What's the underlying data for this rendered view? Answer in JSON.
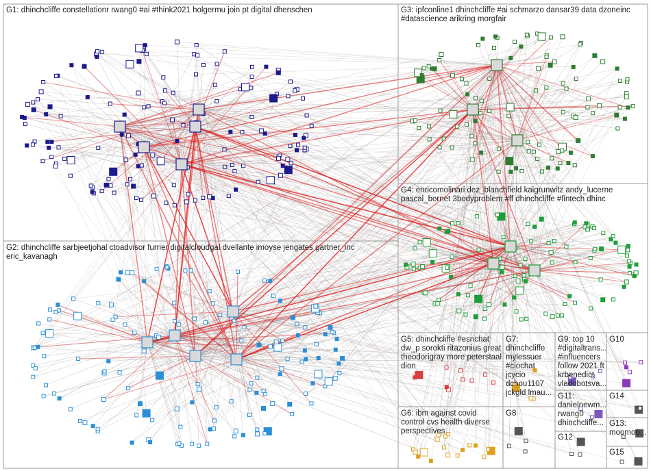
{
  "colors": {
    "background": "#ffffff",
    "box_border": "#9a9a9a",
    "edge_gray": "#8c7a7a",
    "edge_red": "#e01818",
    "group_g1": "#1a1a8c",
    "group_g2": "#2a8fd6",
    "group_g3": "#2e7d32",
    "group_g4": "#1f9d3a",
    "group_g5": "#d84040",
    "group_g6": "#e0a020",
    "group_g7": "#d8a020",
    "group_g9": "#7a5ab8",
    "group_g10": "#8a3ab8",
    "group_small": "#555555"
  },
  "groups": [
    {
      "id": "G1",
      "label": "G1: dhinchcliffe constellationr rwang0 #ai #think2021 holgermu join pt digital dhenschen"
    },
    {
      "id": "G2",
      "label": "G2: dhinchcliffe sarbjeetjohal ctoadvisor furrier digitalcloudgal dvellante imoyse jengates gartner_inc\neric_kavanagh"
    },
    {
      "id": "G3",
      "label": "G3: ipfconline1 dhinchcliffe #ai schmarzo dansar39 data dzoneinc\n#datascience arikring morgfair"
    },
    {
      "id": "G4",
      "label": "G4: enricomolinari dez_blanchfield kaigrunwitz andy_lucerne\npascal_bornet 3bodyproblem #ff dhinchcliffe #fintech dhinc"
    },
    {
      "id": "G5",
      "label": "G5: dhinchcliffe #esnchat\ndw_p sorokti ritazonius great\ntheodorigray more peterstaal\ndion"
    },
    {
      "id": "G6",
      "label": "G6: ibm against covid\ncontrol cvs health diverse\nperspectives"
    },
    {
      "id": "G7",
      "label": "G7:\ndhinchcliffe\nmylessuer\n#ciochat\njcycio\ndchou1107\njckgld lmau..."
    },
    {
      "id": "G8",
      "label": "G8"
    },
    {
      "id": "G9",
      "label": "G9: top 10\n#digitaltrans...\n#influencers\nfollow 2021 ft\nkrbenedict\nvladobotsva..."
    },
    {
      "id": "G10",
      "label": "G10"
    },
    {
      "id": "G11",
      "label": "G11:\ndanielnewm...\nrwang0\ndhinchcliffe..."
    },
    {
      "id": "G12",
      "label": "G12"
    },
    {
      "id": "G13",
      "label": "G13:\nmoomoo..."
    },
    {
      "id": "G14",
      "label": "G14"
    },
    {
      "id": "G15",
      "label": "G15"
    }
  ]
}
